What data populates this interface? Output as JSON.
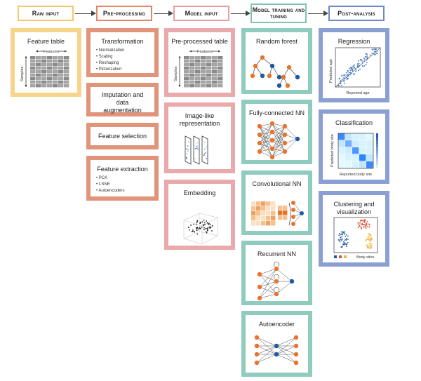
{
  "stages": [
    {
      "label": "Raw input"
    },
    {
      "label": "Pre-processing"
    },
    {
      "label": "Model input"
    },
    {
      "label": "Model training and tuning"
    },
    {
      "label": "Post-analysis"
    }
  ],
  "raw_input": {
    "feature_table": {
      "title": "Feature table",
      "features_label": "Features",
      "samples_label": "Samples"
    }
  },
  "preprocessing": {
    "transformation": {
      "title": "Transformation",
      "items": [
        "Normalization",
        "Scaling",
        "Reshaping",
        "Picturization"
      ]
    },
    "imputation": {
      "title": "Imputation and data augmentation"
    },
    "selection": {
      "title": "Feature selection"
    },
    "extraction": {
      "title": "Feature extraction",
      "items": [
        "PCA",
        "t-SNE",
        "Autoencoders"
      ]
    }
  },
  "model_input": {
    "preprocessed_table": {
      "title": "Pre-processed table",
      "features_label": "Features",
      "samples_label": "Samples"
    },
    "image_like": {
      "title": "Image-like representation"
    },
    "embedding": {
      "title": "Embedding"
    }
  },
  "models": [
    {
      "title": "Random forest"
    },
    {
      "title": "Fully-connected NN"
    },
    {
      "title": "Convolutional NN"
    },
    {
      "title": "Recurrent NN"
    },
    {
      "title": "Autoencoder"
    }
  ],
  "post_analysis": {
    "regression": {
      "title": "Regression",
      "xlabel": "Reported age",
      "ylabel": "Predicted age"
    },
    "classification": {
      "title": "Classification",
      "xlabel": "Reported body site",
      "ylabel": "Predicted body site"
    },
    "clustering": {
      "title": "Clustering and visualization",
      "legend_label": "Body sites"
    }
  },
  "colors": {
    "raw": "#f6d58b",
    "pre": "#e0957a",
    "model_input": "#eaa9ab",
    "training": "#8fcbbe",
    "post": "#8aa0d3",
    "node_orange": "#e8742c",
    "node_blue": "#1f5a9e",
    "cluster_red": "#d9573b",
    "cluster_yellow": "#f0b53c"
  }
}
